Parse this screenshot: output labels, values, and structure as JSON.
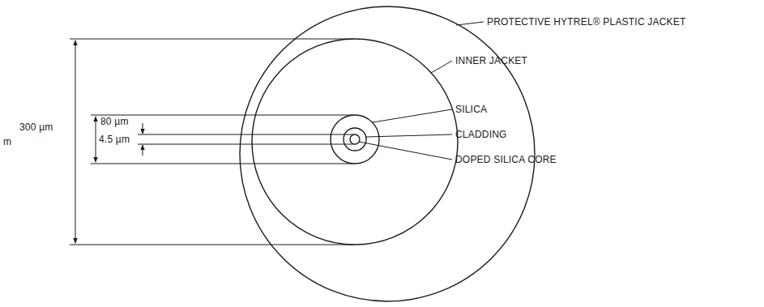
{
  "diagram": {
    "labels": [
      "PROTECTIVE HYTREL® PLASTIC JACKET",
      "INNER JACKET",
      "SILICA",
      "CLADDING",
      "DOPED SILICA CORE",
      "300 µm",
      "80 µm",
      "4.5 µm",
      "m"
    ]
  }
}
